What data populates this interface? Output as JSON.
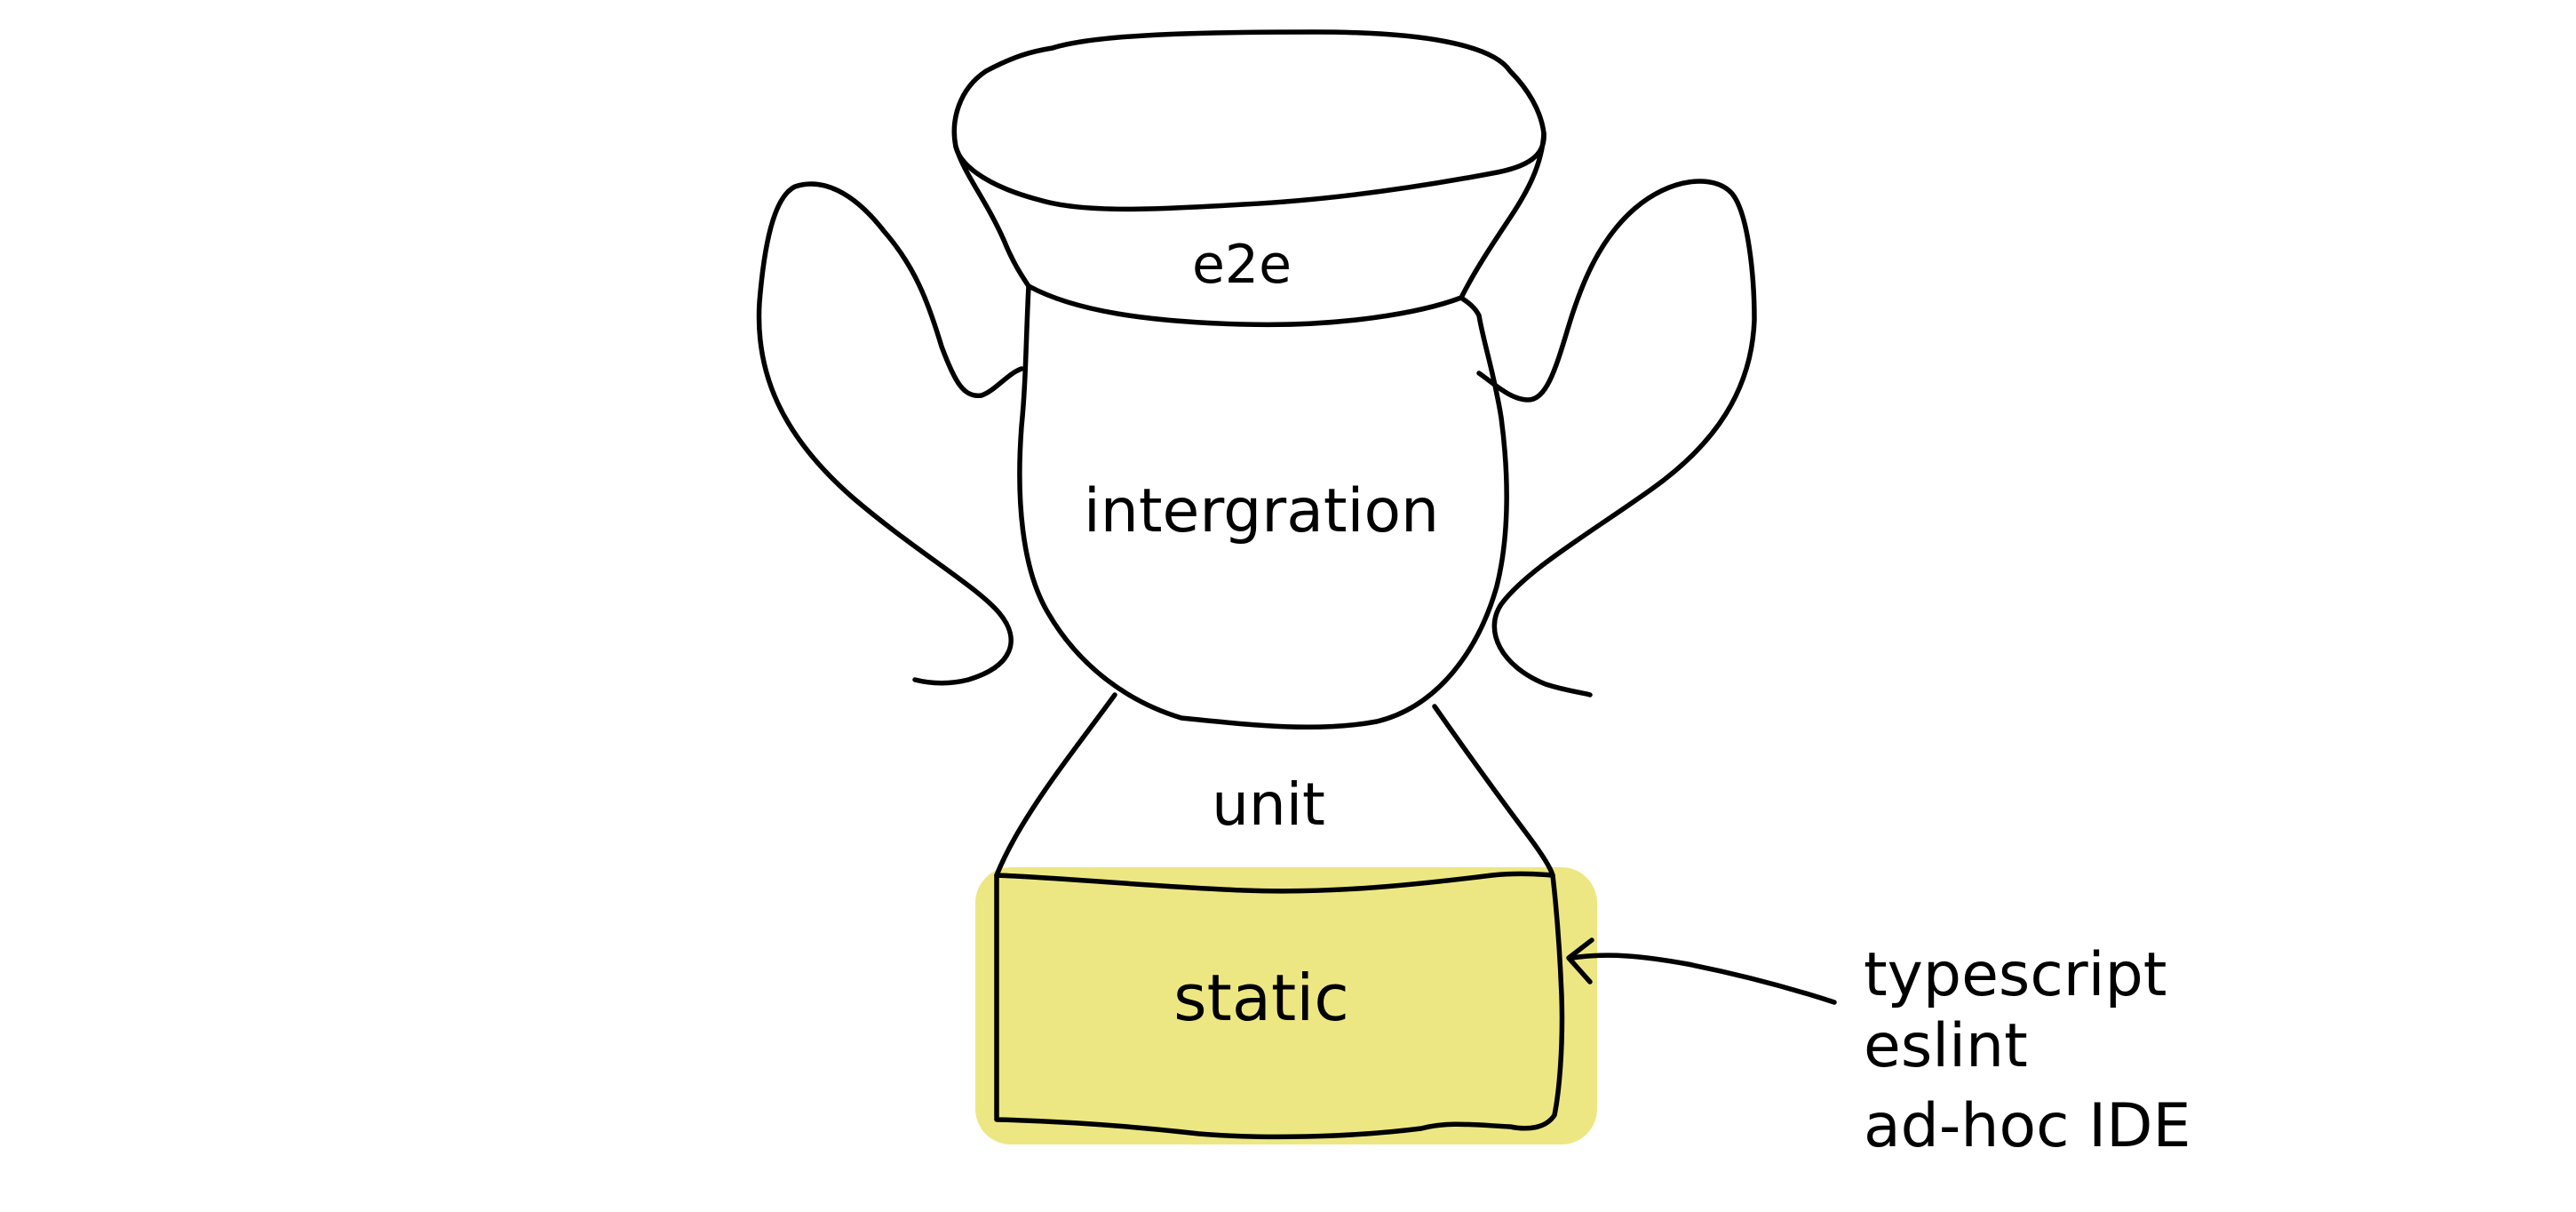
{
  "diagram": {
    "layers": {
      "e2e": "e2e",
      "integration": "intergration",
      "unit": "unit",
      "static": "static"
    },
    "annotation": {
      "lines": [
        "typescript",
        "eslint",
        "ad-hoc IDE"
      ]
    },
    "colors": {
      "highlight": "#ede783",
      "ink": "#000000",
      "background": "#ffffff"
    }
  }
}
